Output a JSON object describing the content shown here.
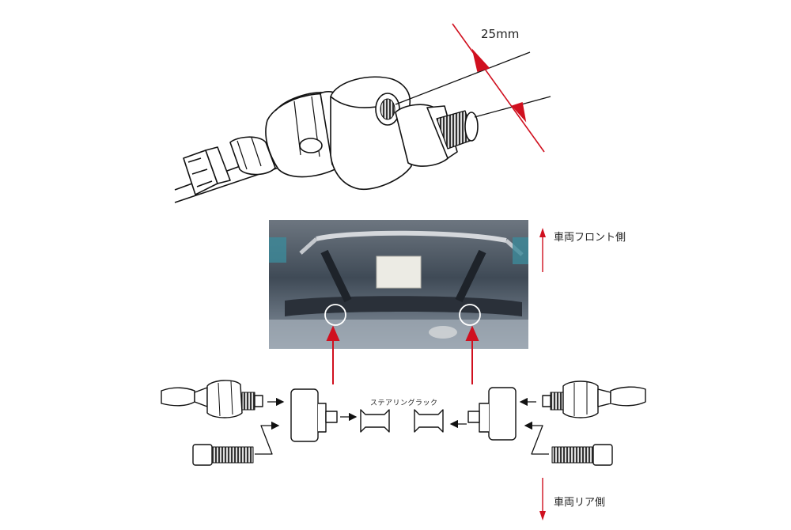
{
  "labels": {
    "dimension": "25mm",
    "front_side": "車両フロント側",
    "rear_side": "車両リア側",
    "steering_rack": "ステアリングラック"
  },
  "colors": {
    "line": "#111111",
    "accent_arrow": "#d0101f",
    "photo_bg": "#5a6673",
    "circle_marker": "#ffffff"
  },
  "icons": {
    "up_arrow": "arrow-up-icon",
    "down_arrow": "arrow-down-icon"
  }
}
